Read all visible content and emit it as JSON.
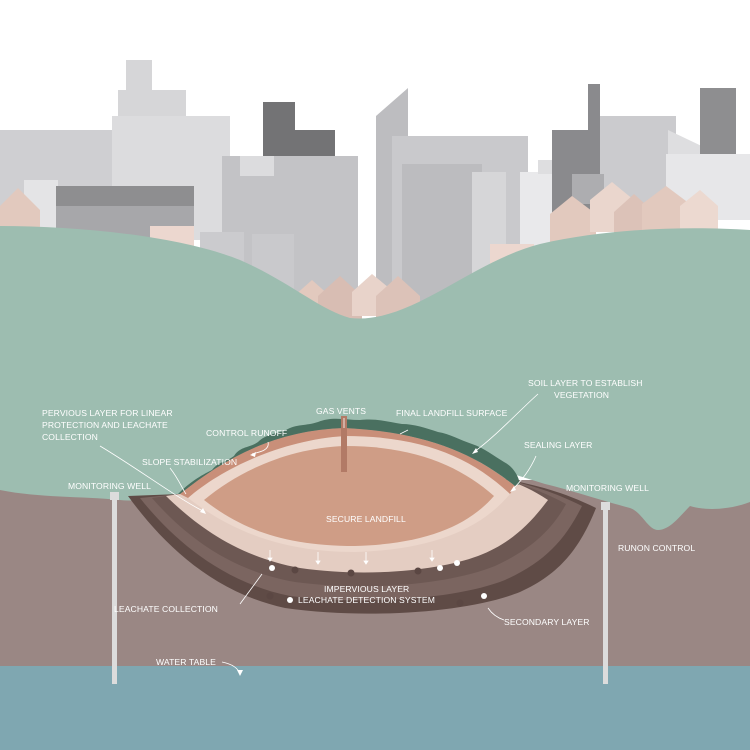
{
  "labels": {
    "pervious_line1": "PERVIOUS LAYER FOR LINEAR",
    "pervious_line2": "PROTECTION AND LEACHATE",
    "pervious_line3": "COLLECTION",
    "gas_vents": "GAS VENTS",
    "final_surface": "FINAL LANDFILL SURFACE",
    "soil_line1": "SOIL LAYER TO ESTABLISH",
    "soil_line2": "VEGETATION",
    "control_runoff": "CONTROL RUNOFF",
    "sealing_layer": "SEALING LAYER",
    "slope_stabilization": "SLOPE STABILIZATION",
    "monitoring_well_left": "MONITORING WELL",
    "monitoring_well_right": "MONITORING WELL",
    "secure_landfill": "SECURE LANDFILL",
    "runon_control": "RUNON CONTROL",
    "impervious_layer": "IMPERVIOUS LAYER",
    "leachate_detection": "LEACHATE DETECTION SYSTEM",
    "leachate_collection": "LEACHATE COLLECTION",
    "secondary_layer": "SECONDARY LAYER",
    "water_table": "WATER TABLE"
  },
  "colors": {
    "sky": "#ffffff",
    "hill": "#9dbdb0",
    "soil": "#9a8784",
    "water": "#7fa7b1",
    "landfill": "#cf9d86",
    "liner_light": "#e6cfc4",
    "liner_dark": "#6f5852",
    "vegetation": "#4a7060"
  }
}
